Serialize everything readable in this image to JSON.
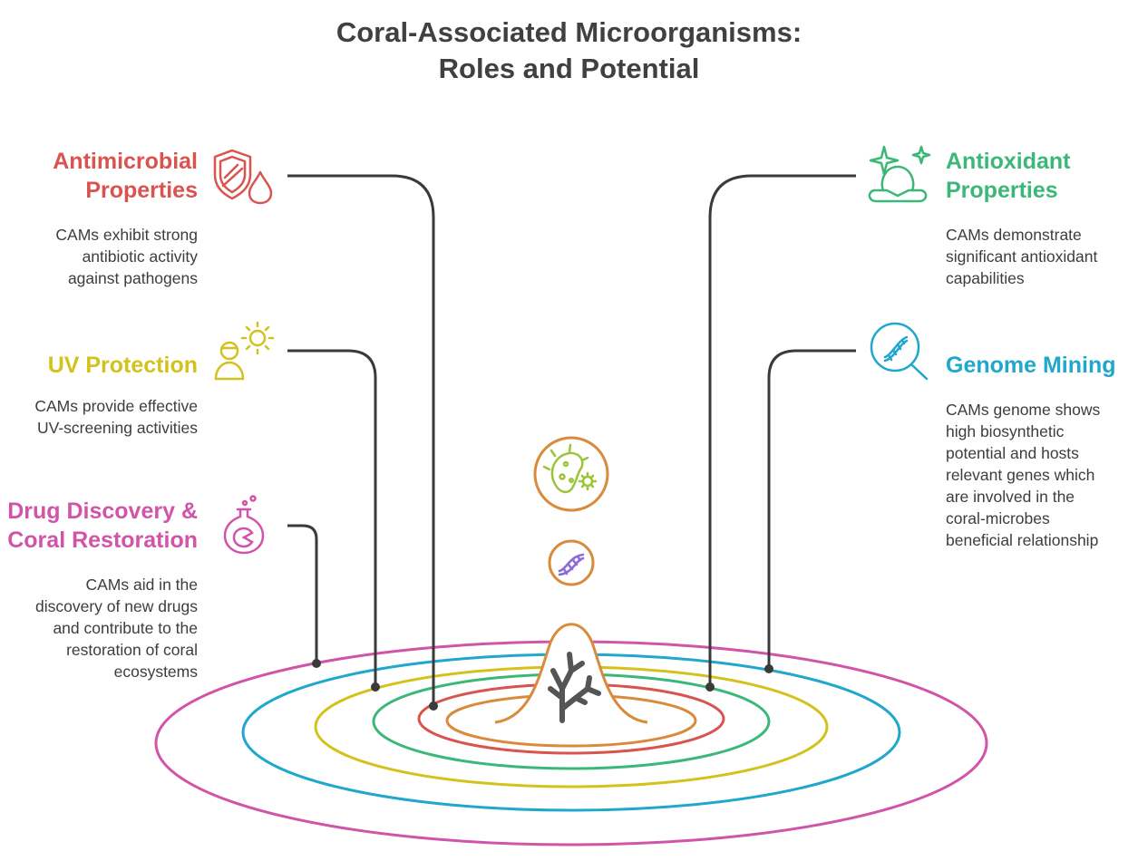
{
  "title": {
    "line1": "Coral-Associated Microorganisms:",
    "line2": "Roles and Potential"
  },
  "colors": {
    "red": "#d9534f",
    "green": "#3bb878",
    "yellow": "#d4c21c",
    "blue": "#1fa7cc",
    "pink": "#d154a8",
    "orange": "#d98a3a",
    "purple": "#8b6cd6",
    "lime": "#9cc43a",
    "connector": "#3a3a3a",
    "text": "#3d3d3d",
    "coral": "#555555"
  },
  "items": {
    "antimicrobial": {
      "title_line1": "Antimicrobial",
      "title_line2": "Properties",
      "desc_line1": "CAMs exhibit strong",
      "desc_line2": "antibiotic activity",
      "desc_line3": "against pathogens",
      "icon": "shield-drop-icon"
    },
    "uv": {
      "title": "UV Protection",
      "desc_line1": "CAMs provide effective",
      "desc_line2": "UV-screening activities",
      "icon": "person-sun-icon"
    },
    "drug": {
      "title_line1": "Drug Discovery &",
      "title_line2": "Coral Restoration",
      "desc_line1": "CAMs aid in the",
      "desc_line2": "discovery of new drugs",
      "desc_line3": "and contribute to the",
      "desc_line4": "restoration of coral",
      "desc_line5": "ecosystems",
      "icon": "flask-icon"
    },
    "antioxidant": {
      "title_line1": "Antioxidant",
      "title_line2": "Properties",
      "desc_line1": "CAMs demonstrate",
      "desc_line2": "significant antioxidant",
      "desc_line3": "capabilities",
      "icon": "sparkle-meditation-icon"
    },
    "genome": {
      "title": "Genome Mining",
      "desc_line1": "CAMs genome shows",
      "desc_line2": "high biosynthetic",
      "desc_line3": "potential and hosts",
      "desc_line4": "relevant genes which",
      "desc_line5": "are involved in the",
      "desc_line6": "coral-microbes",
      "desc_line7": "beneficial relationship",
      "icon": "dna-magnifier-icon"
    }
  },
  "center": {
    "microbe_icon": "microbe-icon",
    "dna_icon": "dna-icon",
    "coral_icon": "coral-icon"
  }
}
